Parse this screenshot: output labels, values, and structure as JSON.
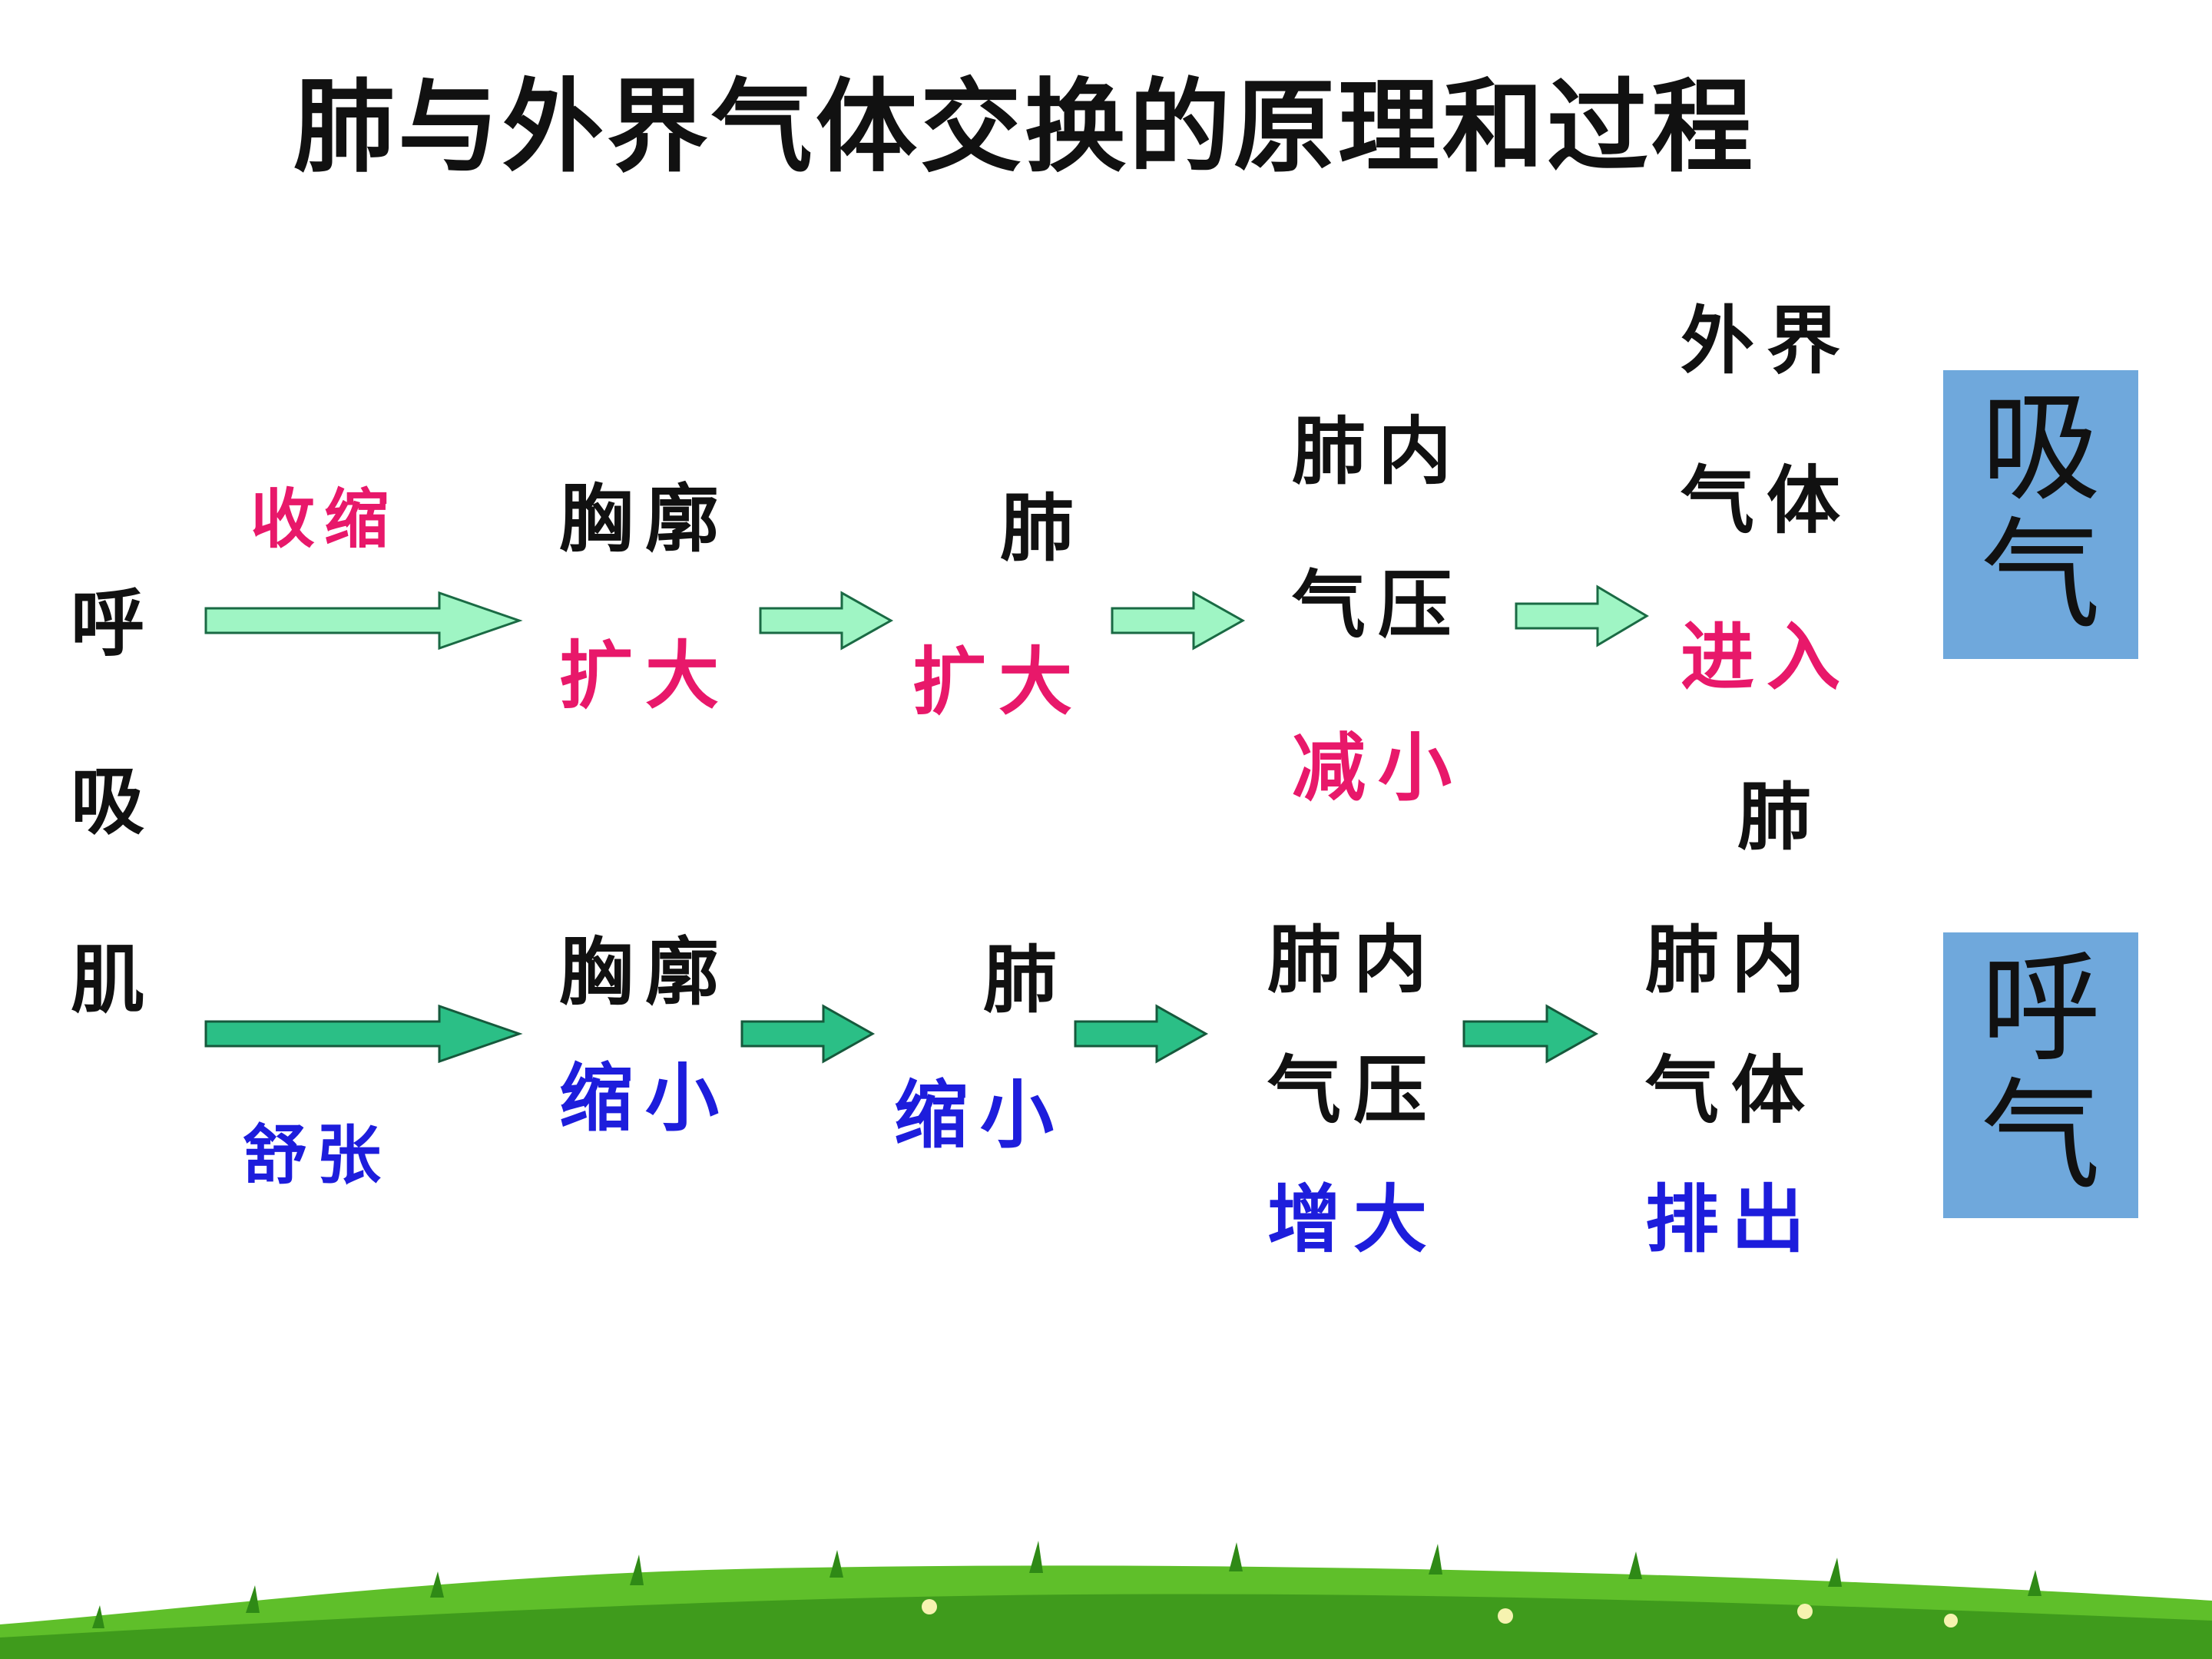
{
  "title": "肺与外界气体交换的原理和过程",
  "muscle": {
    "c1": "呼",
    "c2": "吸",
    "c3": "肌"
  },
  "inhale": {
    "muscle_action": "收缩",
    "chest": "胸廓",
    "chest_change": "扩大",
    "lung": "肺",
    "lung_change": "扩大",
    "pressure_l1": "肺内",
    "pressure_l2": "气压",
    "pressure_change": "减小",
    "gas_l1": "外界",
    "gas_l2": "气体",
    "gas_change": "进入",
    "gas_l3": "肺",
    "label_c1": "吸",
    "label_c2": "气"
  },
  "exhale": {
    "muscle_action": "舒张",
    "chest": "胸廓",
    "chest_change": "缩小",
    "lung": "肺",
    "lung_change": "缩小",
    "pressure_l1": "肺内",
    "pressure_l2": "气压",
    "pressure_change": "增大",
    "gas_l1": "肺内",
    "gas_l2": "气体",
    "gas_change": "排出",
    "label_c1": "呼",
    "label_c2": "气"
  },
  "colors": {
    "increase_text": "#e8186a",
    "decrease_text": "#1d1ddc",
    "inhale_arrow": "#9ff5c4",
    "exhale_arrow": "#2bbf86",
    "label_box": "#6fa8dc",
    "grass": "#5fbf2a"
  }
}
